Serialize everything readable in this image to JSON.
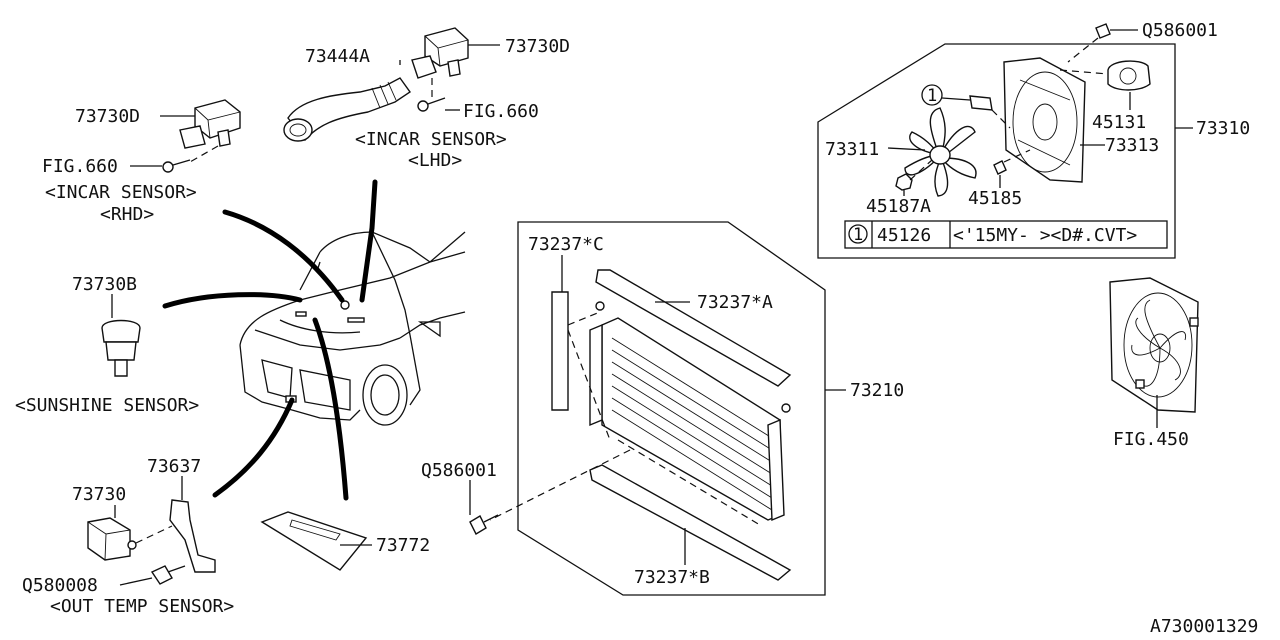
{
  "diagram": {
    "labels": {
      "p73444A": "73444A",
      "p73730D_top": "73730D",
      "fig660_lhd": "FIG.660",
      "incar_lhd_1": "<INCAR SENSOR>",
      "incar_lhd_2": "<LHD>",
      "p73730D_left": "73730D",
      "fig660_rhd": "FIG.660",
      "incar_rhd_1": "<INCAR SENSOR>",
      "incar_rhd_2": "<RHD>",
      "p73730B": "73730B",
      "sunshine": "<SUNSHINE SENSOR>",
      "p73637": "73637",
      "p73730": "73730",
      "q580008": "Q580008",
      "out_temp": "<OUT TEMP SENSOR>",
      "p73772": "73772",
      "q586001_mid": "Q586001",
      "p73237C": "73237*C",
      "p73237A": "73237*A",
      "p73210": "73210",
      "p73237B": "73237*B",
      "q586001_top": "Q586001",
      "callout_1": "1",
      "p45131": "45131",
      "p73310": "73310",
      "p73311": "73311",
      "p73313": "73313",
      "p45187A": "45187A",
      "p45185": "45185",
      "table_num": "1",
      "table_part": "45126",
      "table_cond": "<'15MY- ><D#.CVT>",
      "fig450": "FIG.450",
      "diagram_id": "A730001329"
    }
  }
}
